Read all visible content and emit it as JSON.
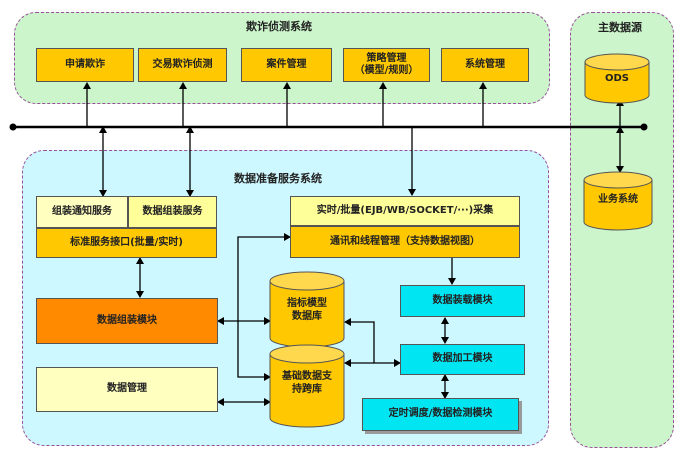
{
  "fraud_system": {
    "title": "欺诈侦测系统",
    "modules": [
      "申请欺诈",
      "交易欺诈侦测",
      "案件管理",
      "策略管理\n（模型/规则）",
      "系统管理"
    ]
  },
  "master_data": {
    "title": "主数据源",
    "ods": "ODS",
    "business": "业务系统"
  },
  "data_prep": {
    "title": "数据准备服务系统",
    "assemble_notify": "组装通知服务",
    "data_assemble_service": "数据组装服务",
    "std_interface": "标准服务接口(批量/实时)",
    "data_assemble_module": "数据组装模块",
    "data_management": "数据管理",
    "collection": "实时/批量(EJB/WB/SOCKET/···)采集",
    "comm_thread": "通讯和线程管理（支持数据视图）",
    "metric_db": "指标模型\n数据库",
    "base_db": "基础数据支\n持跨库",
    "data_load": "数据装载模块",
    "data_process": "数据加工模块",
    "scheduler": "定时调度/数据检测模块"
  },
  "colors": {
    "region_green": "#ccf5cc",
    "region_cyan": "#cef8ff",
    "box_yellow": "#ffc800",
    "box_cyan": "#00e5f2",
    "box_orange": "#ff8a00",
    "border_purple": "#9a4f9a"
  }
}
